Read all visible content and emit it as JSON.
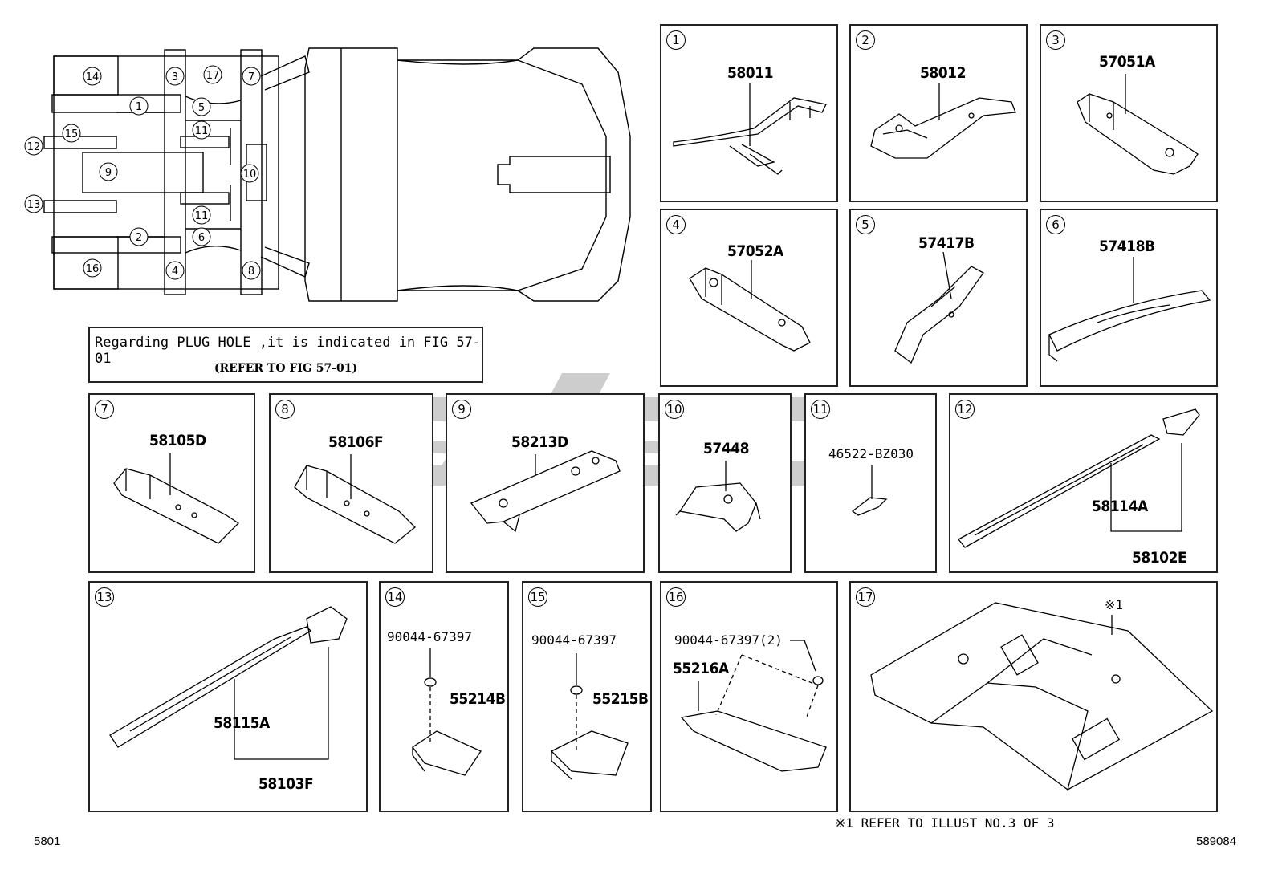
{
  "note": {
    "line1": "Regarding PLUG HOLE ,it is indicated in FIG 57-01",
    "line2": "(REFER TO FIG 57-01)"
  },
  "footnote": "※1 REFER TO ILLUST NO.3 OF 3",
  "corner_left": "5801",
  "corner_right": "589084",
  "overview_labels": [
    "14",
    "3",
    "17",
    "7",
    "1",
    "5",
    "15",
    "11",
    "12",
    "9",
    "10",
    "13",
    "11",
    "2",
    "6",
    "16",
    "4",
    "8"
  ],
  "panels": [
    {
      "num": "1",
      "parts": [
        "58011"
      ]
    },
    {
      "num": "2",
      "parts": [
        "58012"
      ]
    },
    {
      "num": "3",
      "parts": [
        "57051A"
      ]
    },
    {
      "num": "4",
      "parts": [
        "57052A"
      ]
    },
    {
      "num": "5",
      "parts": [
        "57417B"
      ]
    },
    {
      "num": "6",
      "parts": [
        "57418B"
      ]
    },
    {
      "num": "7",
      "parts": [
        "58105D"
      ]
    },
    {
      "num": "8",
      "parts": [
        "58106F"
      ]
    },
    {
      "num": "9",
      "parts": [
        "58213D"
      ]
    },
    {
      "num": "10",
      "parts": [
        "57448"
      ]
    },
    {
      "num": "11",
      "parts": [
        "46522-BZ030"
      ]
    },
    {
      "num": "12",
      "parts": [
        "58114A",
        "58102E"
      ]
    },
    {
      "num": "13",
      "parts": [
        "58115A",
        "58103F"
      ]
    },
    {
      "num": "14",
      "parts": [
        "90044-67397",
        "55214B"
      ]
    },
    {
      "num": "15",
      "parts": [
        "90044-67397",
        "55215B"
      ]
    },
    {
      "num": "16",
      "parts": [
        "90044-67397(2)",
        "55216A"
      ]
    },
    {
      "num": "17",
      "parts": [
        "※1"
      ]
    }
  ],
  "colors": {
    "line": "#000000",
    "watermark": "#c8c8c8"
  }
}
